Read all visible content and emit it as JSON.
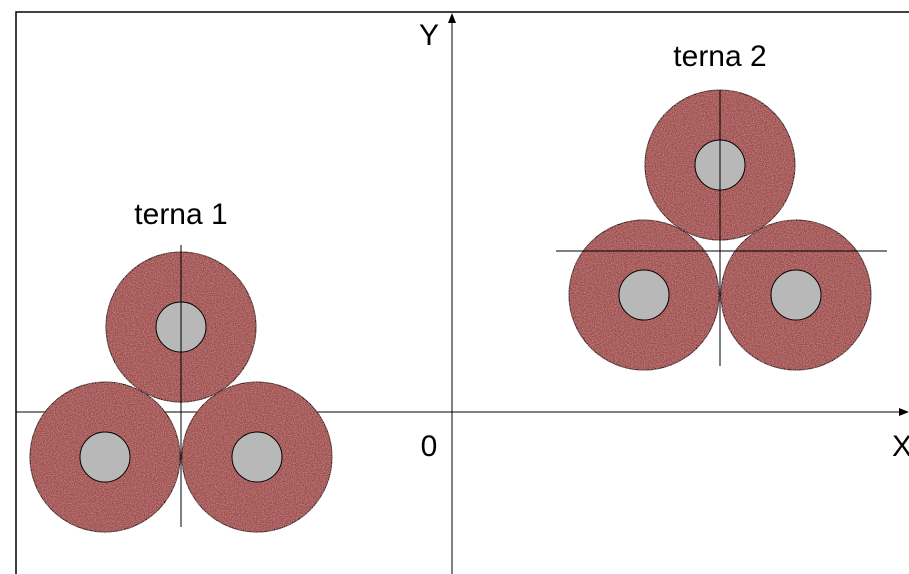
{
  "axes": {
    "x_label": "X",
    "y_label": "Y",
    "origin_label": "0"
  },
  "groups": [
    {
      "label": "terna 1",
      "cable_count": 3,
      "arrangement": "trefoil"
    },
    {
      "label": "terna 2",
      "cable_count": 3,
      "arrangement": "trefoil"
    }
  ],
  "colors": {
    "insulation": "#9b4848",
    "conductor": "#b8b8b8",
    "lines": "#000000",
    "background": "#ffffff"
  }
}
